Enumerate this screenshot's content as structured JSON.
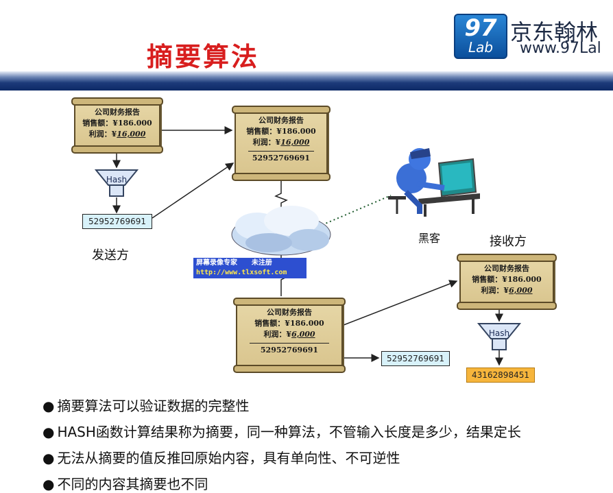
{
  "slide": {
    "title": "摘要算法"
  },
  "branding": {
    "logo_number": "97",
    "logo_lab": "Lab",
    "company": "京东翰林",
    "url": "www.97Lal"
  },
  "report": {
    "title": "公司财务报告",
    "sales": "销售额：¥186.000",
    "profit_prefix": "利润：¥",
    "profit_original": "16,000",
    "profit_tampered": "6,000"
  },
  "hash_label": "Hash",
  "digest_original": "52952769691",
  "digest_recomputed": "43162898451",
  "labels": {
    "sender": "发送方",
    "hacker": "黑客",
    "receiver": "接收方"
  },
  "watermark": {
    "line1": "屏幕录像专家      未注册",
    "line2": "http://www.tlxsoft.com"
  },
  "bullets": [
    "摘要算法可以验证数据的完整性",
    "HASH函数计算结果称为摘要，同一种算法，不管输入长度是多少，结果定长",
    "无法从摘要的值反推回原始内容，具有单向性、不可逆性",
    "不同的内容其摘要也不同"
  ],
  "colors": {
    "title_red": "#d81e1e",
    "header_navy": "#0d2a66",
    "parchment": "#e0cf9c",
    "digest_box": "#d8f2fa",
    "result_box": "#f6b53c"
  }
}
